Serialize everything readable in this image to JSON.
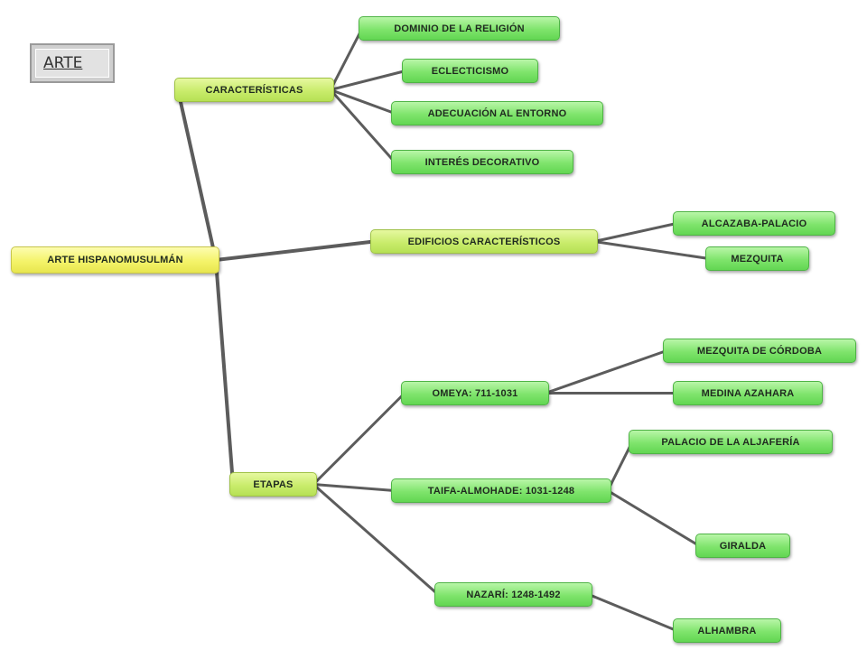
{
  "button": {
    "label": "ARTE"
  },
  "nodes": {
    "root": "ARTE HISPANOMUSULMÁN",
    "caracteristicas": "CARACTERÍSTICAS",
    "dominio": "DOMINIO DE LA RELIGIÓN",
    "eclecticismo": "ECLECTICISMO",
    "adecuacion": "ADECUACIÓN AL ENTORNO",
    "interes": "INTERÉS DECORATIVO",
    "edificios": "EDIFICIOS CARACTERÍSTICOS",
    "alcazaba": "ALCAZABA-PALACIO",
    "mezquita": "MEZQUITA",
    "etapas": "ETAPAS",
    "omeya": "OMEYA: 711-1031",
    "mezquita_cordoba": "MEZQUITA DE CÓRDOBA",
    "medina": "MEDINA AZAHARA",
    "taifa": "TAIFA-ALMOHADE: 1031-1248",
    "aljaferia": "PALACIO DE LA ALJAFERÍA",
    "giralda": "GIRALDA",
    "nazari": "NAZARÍ: 1248-1492",
    "alhambra": "ALHAMBRA"
  },
  "edges": [
    [
      "root",
      "caracteristicas"
    ],
    [
      "root",
      "edificios"
    ],
    [
      "root",
      "etapas"
    ],
    [
      "caracteristicas",
      "dominio"
    ],
    [
      "caracteristicas",
      "eclecticismo"
    ],
    [
      "caracteristicas",
      "adecuacion"
    ],
    [
      "caracteristicas",
      "interes"
    ],
    [
      "edificios",
      "alcazaba"
    ],
    [
      "edificios",
      "mezquita"
    ],
    [
      "etapas",
      "omeya"
    ],
    [
      "etapas",
      "taifa"
    ],
    [
      "etapas",
      "nazari"
    ],
    [
      "omeya",
      "mezquita_cordoba"
    ],
    [
      "omeya",
      "medina"
    ],
    [
      "taifa",
      "aljaferia"
    ],
    [
      "taifa",
      "giralda"
    ],
    [
      "nazari",
      "alhambra"
    ]
  ],
  "colors": {
    "edge": "#5c5c5c",
    "root_fill": "#f4f36a",
    "branch_fill": "#c9ec6c",
    "leaf_fill": "#7fe46c"
  }
}
